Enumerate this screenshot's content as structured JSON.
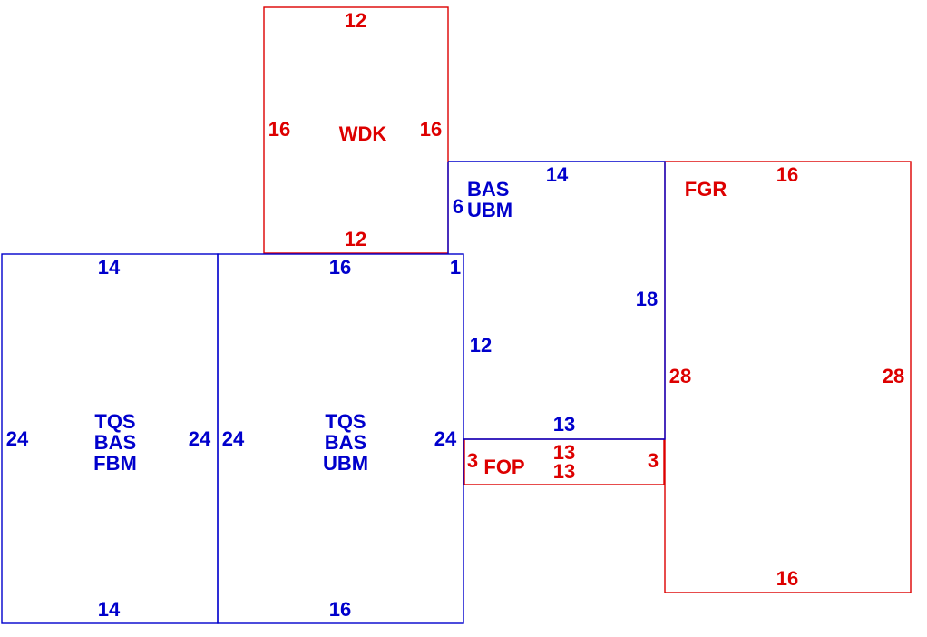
{
  "colors": {
    "blue": "#0000cc",
    "red": "#dd0000"
  },
  "areas": {
    "wdk": {
      "name": "WDK",
      "top": "12",
      "bottom": "12",
      "left": "16",
      "right": "16"
    },
    "left_block": {
      "line1": "TQS",
      "line2": "BAS",
      "line3": "FBM",
      "top": "14",
      "bottom": "14",
      "left": "24",
      "right": "24"
    },
    "mid_block": {
      "line1": "TQS",
      "line2": "BAS",
      "line3": "UBM",
      "top": "16",
      "bottom": "16",
      "left": "24",
      "right": "24",
      "corner": "1"
    },
    "upper_right": {
      "line1": "BAS",
      "line2": "UBM",
      "top": "14",
      "left_upper": "6",
      "left_lower": "12",
      "right": "18",
      "bottom": "13"
    },
    "fop": {
      "name": "FOP",
      "top": "13",
      "bottom": "13",
      "left": "3",
      "right": "3"
    },
    "fgr": {
      "name": "FGR",
      "top": "16",
      "bottom": "16",
      "left": "28",
      "right": "28"
    }
  }
}
